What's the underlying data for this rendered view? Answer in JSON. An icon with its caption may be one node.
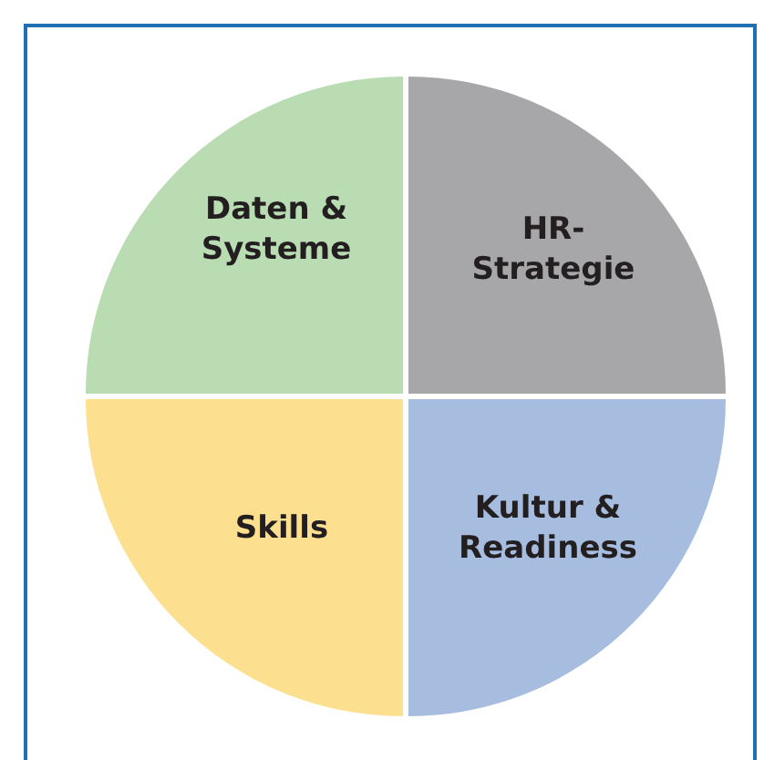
{
  "diagram": {
    "nodes": [
      {
        "text": [
          "Daten & Systeme"
        ]
      },
      {
        "text": [
          "HR-Strategie"
        ]
      },
      {
        "text": [
          "Skills"
        ]
      },
      {
        "text": [
          "Kultur & Readiness"
        ]
      }
    ]
  }
}
